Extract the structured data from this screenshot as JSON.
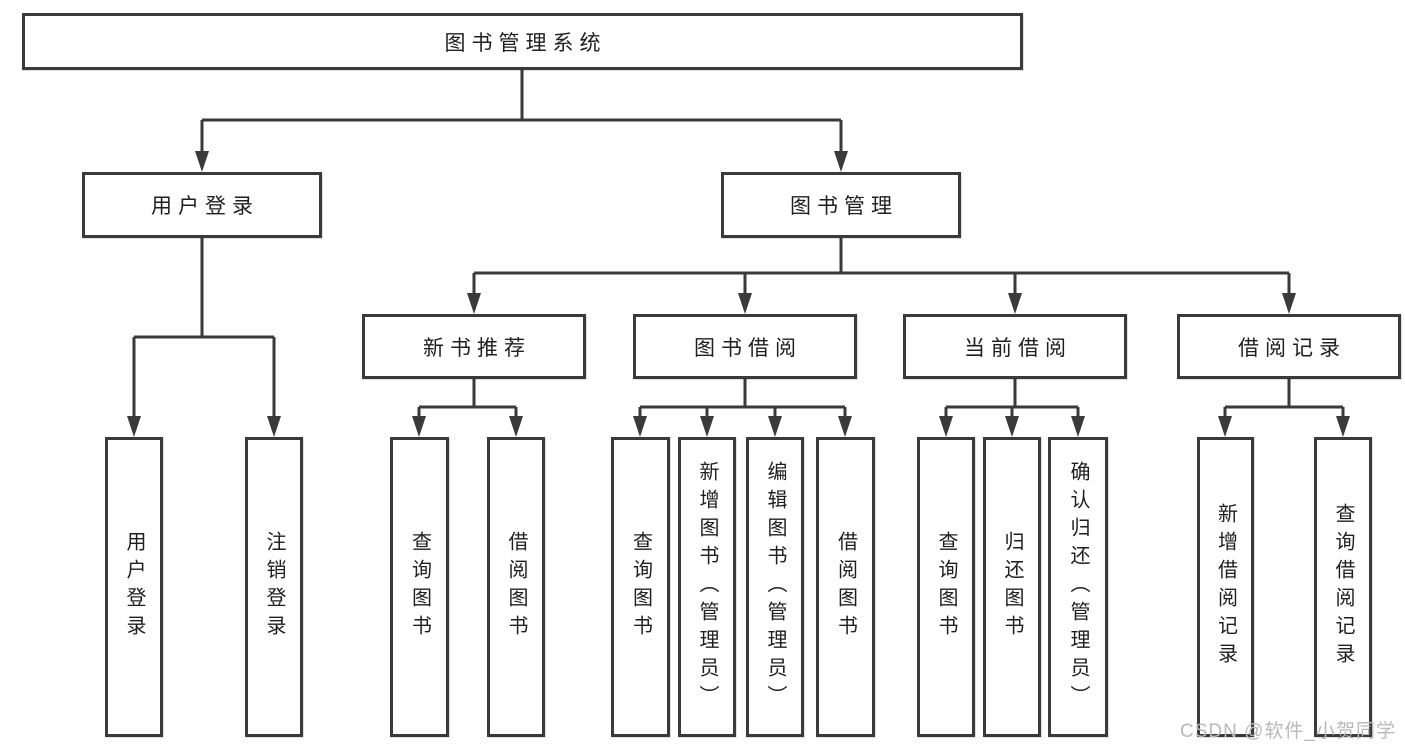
{
  "diagram": {
    "type": "hierarchy-tree",
    "colors": {
      "line": "#3a3a3a",
      "box_border": "#3a3a3a",
      "box_fill": "#ffffff",
      "text": "#1f1f1f",
      "watermark": "#b9b9b9",
      "background": "#ffffff"
    }
  },
  "tree": {
    "label": "图书管理系统",
    "children": [
      {
        "label": "用户登录",
        "children": [
          {
            "label": "用户登录"
          },
          {
            "label": "注销登录"
          }
        ]
      },
      {
        "label": "图书管理",
        "children": [
          {
            "label": "新书推荐",
            "children": [
              {
                "label": "查询图书"
              },
              {
                "label": "借阅图书"
              }
            ]
          },
          {
            "label": "图书借阅",
            "children": [
              {
                "label": "查询图书"
              },
              {
                "label": "新增图书（管理员）"
              },
              {
                "label": "编辑图书（管理员）"
              },
              {
                "label": "借阅图书"
              }
            ]
          },
          {
            "label": "当前借阅",
            "children": [
              {
                "label": "查询图书"
              },
              {
                "label": "归还图书"
              },
              {
                "label": "确认归还（管理员）"
              }
            ]
          },
          {
            "label": "借阅记录",
            "children": [
              {
                "label": "新增借阅记录"
              },
              {
                "label": "查询借阅记录"
              }
            ]
          }
        ]
      }
    ]
  },
  "watermark": {
    "text": "CSDN @软件_小贺同学"
  }
}
